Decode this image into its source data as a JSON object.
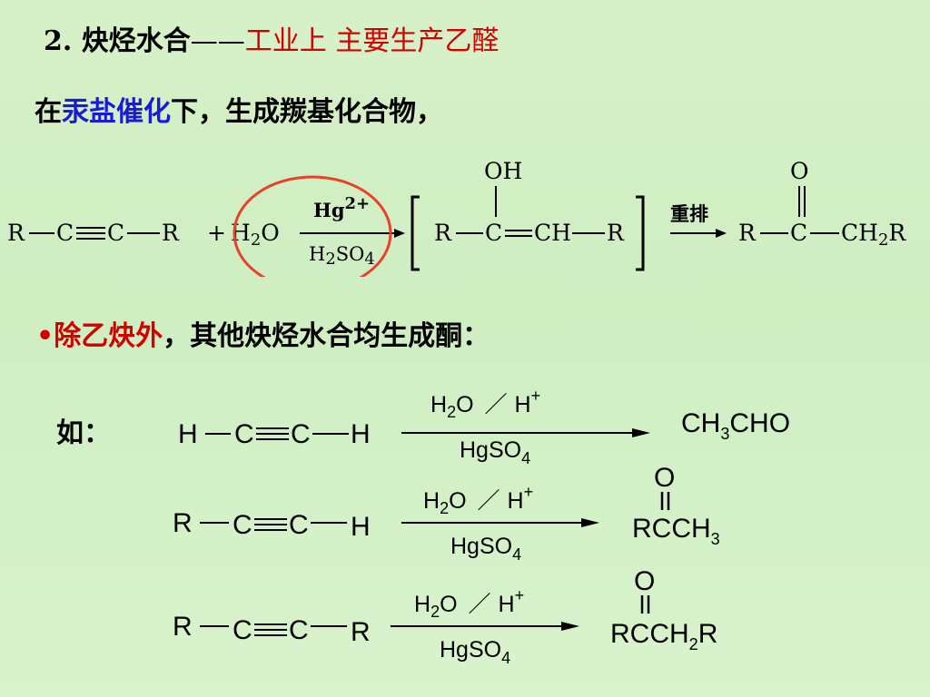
{
  "title": {
    "number": "2.",
    "main": "炔烃水合",
    "dash": "——",
    "highlight": "工业上 主要生产乙醛"
  },
  "subtitle": {
    "pre": "在",
    "catalyst": "汞盐催化",
    "post": "下，生成羰基化合物，"
  },
  "mechanism": {
    "reactant": {
      "r1": "R",
      "c1": "C",
      "c2": "C",
      "r2": "R"
    },
    "plus": "+",
    "water": {
      "h": "H",
      "sub": "2",
      "o": "O"
    },
    "cond_top": {
      "hg": "Hg",
      "sup": "2+"
    },
    "cond_bottom": {
      "h": "H",
      "h_sub": "2",
      "so": "SO",
      "so_sub": "4"
    },
    "enol": {
      "oh": "OH",
      "r1": "R",
      "c": "C",
      "ch": "CH",
      "r2": "R"
    },
    "rearrange": "重排",
    "product": {
      "o": "O",
      "r1": "R",
      "c": "C",
      "ch": "CH",
      "ch_sub": "2",
      "r2": "R"
    },
    "highlight_color": "#e8402a"
  },
  "note": {
    "bullet": "•",
    "highlight": "除乙炔外",
    "rest": "，其他炔烃水合均生成酮："
  },
  "examples_label": "如：",
  "examples": [
    {
      "reactant": {
        "left": "H",
        "c1": "C",
        "c2": "C",
        "right": "H"
      },
      "cond_top": {
        "h": "H",
        "h_sub": "2",
        "o": "O",
        "slash": "／",
        "hplus": "H",
        "plus": "+"
      },
      "cond_bottom": {
        "hgso": "HgSO",
        "sub": "4"
      },
      "product": {
        "p1": "CH",
        "p1_sub": "3",
        "p2": "CHO"
      }
    },
    {
      "reactant": {
        "left": "R",
        "c1": "C",
        "c2": "C",
        "right": "H"
      },
      "cond_top": {
        "h": "H",
        "h_sub": "2",
        "o": "O",
        "slash": "／",
        "hplus": "H",
        "plus": "+"
      },
      "cond_bottom": {
        "hgso": "HgSO",
        "sub": "4"
      },
      "product": {
        "o": "O",
        "p1": "RCCH",
        "p1_sub": "3",
        "p2": ""
      }
    },
    {
      "reactant": {
        "left": "R",
        "c1": "C",
        "c2": "C",
        "right": "R"
      },
      "cond_top": {
        "h": "H",
        "h_sub": "2",
        "o": "O",
        "slash": "／",
        "hplus": "H",
        "plus": "+"
      },
      "cond_bottom": {
        "hgso": "HgSO",
        "sub": "4"
      },
      "product": {
        "o": "O",
        "p1": "RCCH",
        "p1_sub": "2",
        "p2": "R"
      }
    }
  ]
}
